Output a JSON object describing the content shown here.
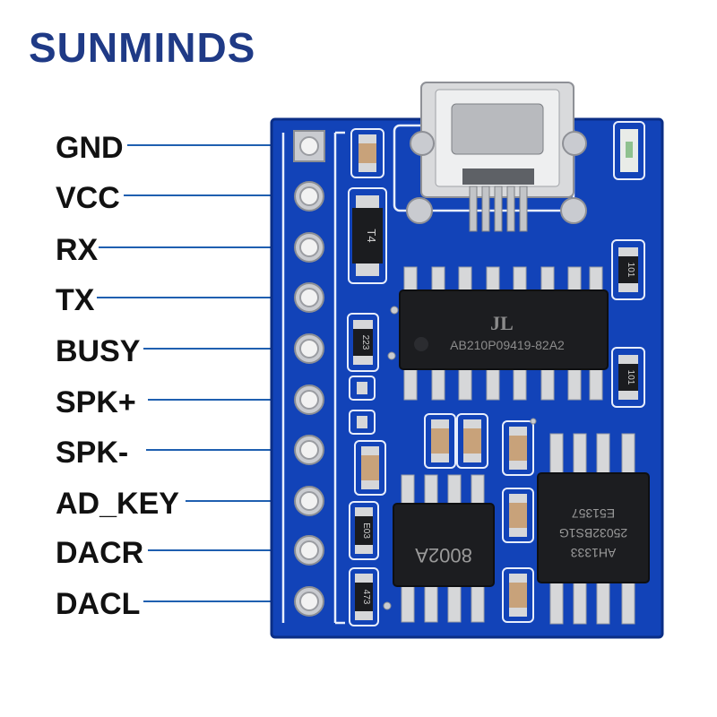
{
  "brand": {
    "logo_text": "SUNMINDS"
  },
  "pins": [
    {
      "label": "GND"
    },
    {
      "label": "VCC"
    },
    {
      "label": "RX"
    },
    {
      "label": "TX"
    },
    {
      "label": "BUSY"
    },
    {
      "label": "SPK+"
    },
    {
      "label": "SPK-"
    },
    {
      "label": "AD_KEY"
    },
    {
      "label": "DACR"
    },
    {
      "label": "DACL"
    }
  ],
  "chips": {
    "main": {
      "logo": "JL",
      "marking": "AB210P09419-82A2"
    },
    "amp": {
      "marking": "8002A"
    },
    "regulator": {
      "lines": [
        "AH1333",
        "25032BS1G",
        "E51357"
      ]
    }
  },
  "parts": {
    "diode": "T4",
    "res1": "223",
    "res2": "E03",
    "res3": "473",
    "res4": "101",
    "res5": "101"
  },
  "colors": {
    "pcb": "#1243b8",
    "silkscreen": "#e8eefc",
    "pad": "#c9cbd0",
    "label_line": "#1f5fb0",
    "logo": "#1f3a86"
  }
}
